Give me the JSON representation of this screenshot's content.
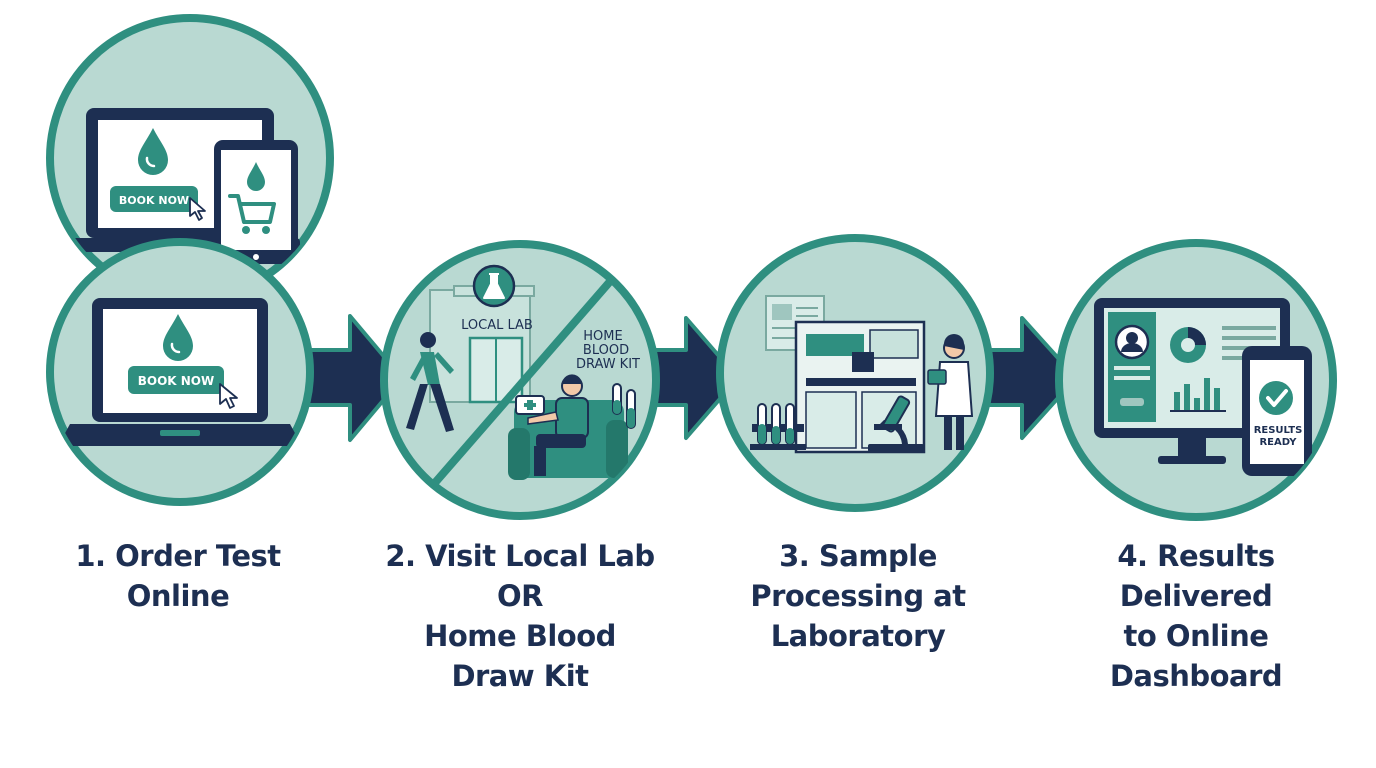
{
  "step1": {
    "book_now_top": "BOOK NOW",
    "book_now_bottom": "BOOK NOW",
    "caption": [
      "1. Order Test",
      "Online"
    ]
  },
  "step2": {
    "local_lab_label": "LOCAL LAB",
    "home_kit_label": [
      "HOME",
      "BLOOD",
      "DRAW KIT"
    ],
    "caption": [
      "2. Visit Local Lab",
      "OR",
      "Home Blood",
      "Draw Kit"
    ]
  },
  "step3": {
    "caption": [
      "3. Sample",
      "Processing at",
      "Laboratory"
    ]
  },
  "step4": {
    "results_ready": [
      "RESULTS",
      "READY"
    ],
    "caption": [
      "4. Results",
      "Delivered",
      "to Online",
      "Dashboard"
    ]
  },
  "colors": {
    "teal": "#2f8f80",
    "teal_light": "#b9d9d2",
    "navy": "#1d2f52",
    "white": "#ffffff"
  }
}
